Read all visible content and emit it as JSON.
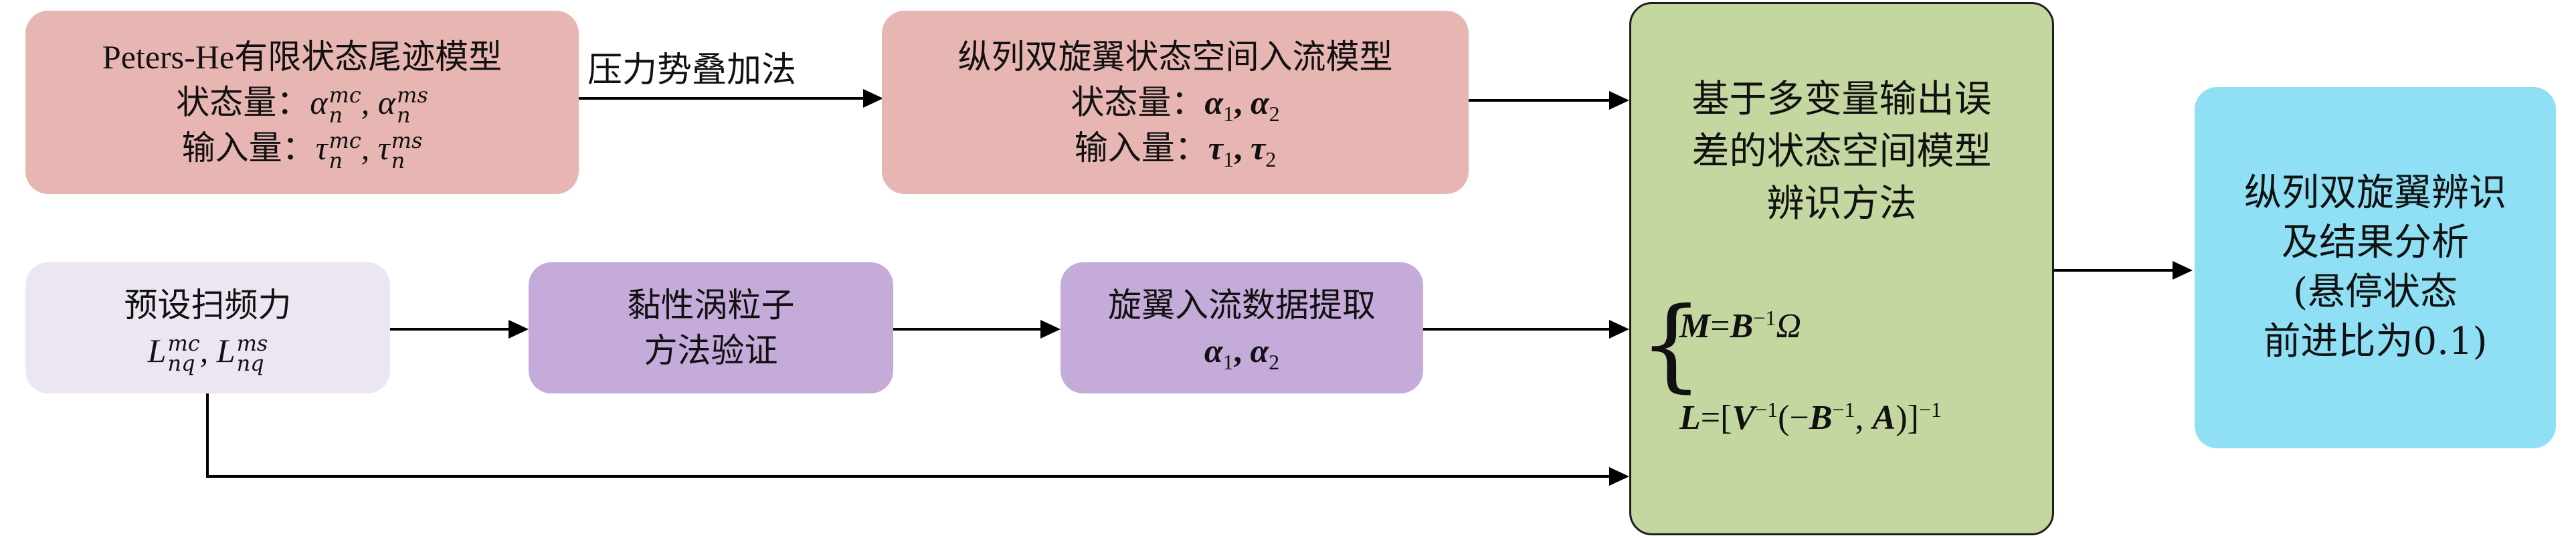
{
  "box_peters": {
    "title": "Peters-He有限状态尾迹模型",
    "state_label": "状态量：",
    "state_vars": [
      "α",
      "mc",
      "n",
      "α",
      "ms",
      "n"
    ],
    "input_label": "输入量：",
    "input_vars": [
      "τ",
      "mc",
      "n",
      "τ",
      "ms",
      "n"
    ]
  },
  "arrow_label": "压力势叠加法",
  "box_tandem": {
    "title": "纵列双旋翼状态空间入流模型",
    "state_label": "状态量：",
    "state_vars": "α1, α2",
    "input_label": "输入量：",
    "input_vars": "τ1, τ2"
  },
  "box_sweep": {
    "title": "预设扫频力",
    "vars": "Lmcnq, Lmsnq"
  },
  "box_vortex": {
    "line1": "黏性涡粒子",
    "line2": "方法验证"
  },
  "box_extract": {
    "title": "旋翼入流数据提取",
    "vars": "α1, α2"
  },
  "box_method": {
    "line1": "基于多变量输出误",
    "line2": "差的状态空间模型",
    "line3": "辨识方法",
    "eq1": "M=B−1Ω",
    "eq2": "L=[V−1(−B−1, A)]−1"
  },
  "box_result": {
    "line1": "纵列双旋翼辨识",
    "line2": "及结果分析",
    "line3": "(悬停状态",
    "line4": "前进比为0.1)"
  },
  "colors": {
    "pink": "#e8b6b2",
    "lilac": "#ece6f2",
    "purple": "#c5abd9",
    "green": "#c4d7a0",
    "cyan": "#8fe0f4"
  }
}
